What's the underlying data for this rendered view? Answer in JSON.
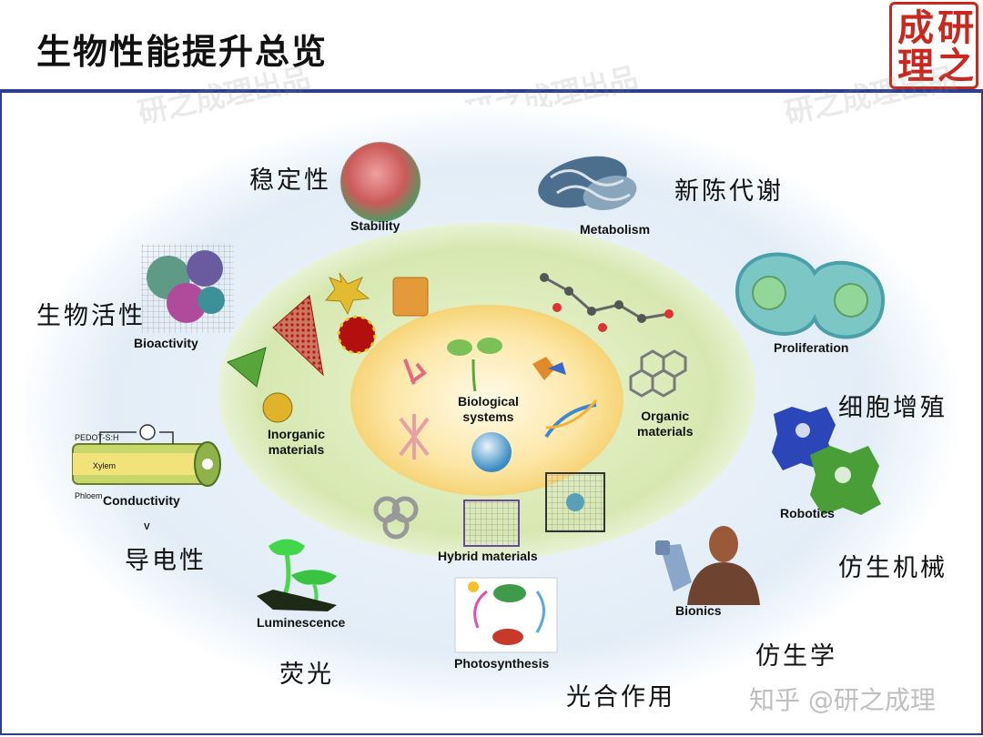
{
  "title": "生物性能提升总览",
  "seal": {
    "chars": [
      "成",
      "研",
      "理",
      "之"
    ],
    "color": "#c8281e"
  },
  "watermark": [
    "研之成理出品",
    "研之成理出品",
    "研之成理出品"
  ],
  "outer_labels": {
    "stability_cn": "稳定性",
    "stability_en": "Stability",
    "metabolism_cn": "新陈代谢",
    "metabolism_en": "Metabolism",
    "bioactivity_cn": "生物活性",
    "bioactivity_en": "Bioactivity",
    "proliferation_cn": "细胞增殖",
    "proliferation_en": "Proliferation",
    "conductivity_cn": "导电性",
    "conductivity_en": "Conductivity",
    "robotics_cn": "仿生机械",
    "robotics_en": "Robotics",
    "luminescence_cn": "荧光",
    "luminescence_en": "Luminescence",
    "photosynthesis_cn": "光合作用",
    "photosynthesis_en": "Photosynthesis",
    "bionics_cn": "仿生学",
    "bionics_en": "Bionics"
  },
  "conductivity_parts": {
    "pedot": "PEDOT-S:H",
    "xylem": "Xylem",
    "phloem": "Phloem",
    "v": "V"
  },
  "inner_labels": {
    "inorganic": "Inorganic\nmaterials",
    "organic": "Organic\nmaterials",
    "biological": "Biological\nsystems",
    "hybrid": "Hybrid materials"
  },
  "footer_credit": "知乎 @研之成理",
  "colors": {
    "header_line": "#2a3f8f",
    "outer_ellipse": "#dce9f5",
    "middle_ellipse": "#d9e9b8",
    "inner_ellipse": "#fbe2a0"
  }
}
